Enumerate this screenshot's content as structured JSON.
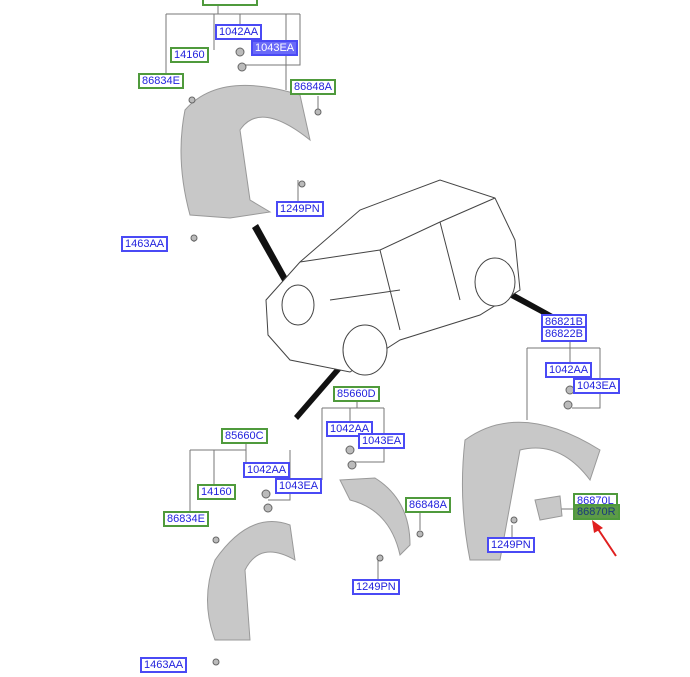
{
  "labels": {
    "fl_1042AA": "1042AA",
    "fl_1043EA": "1043EA",
    "fl_14160": "14160",
    "fl_86834E": "86834E",
    "fl_86848A": "86848A",
    "fl_1249PN": "1249PN",
    "fl_1463AA": "1463AA",
    "rr_86821B": "86821B",
    "rr_86822B": "86822B",
    "rr_1042AA": "1042AA",
    "rr_1043EA": "1043EA",
    "rr_86870L": "86870L",
    "rr_86870R": "86870R",
    "rr_1249PN": "1249PN",
    "mid_85660D": "85660D",
    "mid_1042AA": "1042AA",
    "mid_1043EA": "1043EA",
    "mid_86848A": "86848A",
    "mid_1249PN": "1249PN",
    "fr_85660C": "85660C",
    "fr_1042AA": "1042AA",
    "fr_1043EA": "1043EA",
    "fr_14160": "14160",
    "fr_86834E": "86834E",
    "fr_1463AA": "1463AA"
  },
  "colors": {
    "blue_label": "#4a4af5",
    "green_label": "#4f9a3c",
    "highlight_arrow": "#e02020"
  }
}
